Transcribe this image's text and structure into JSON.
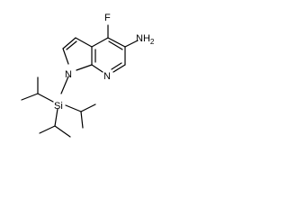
{
  "molecule": {
    "atoms": {
      "fluorine": "F",
      "amine": "NH",
      "amine_subscript": "2",
      "pyrrole_nitrogen": "N",
      "pyridine_nitrogen": "N",
      "silicon": "Si"
    },
    "colors": {
      "bond": "#000000",
      "background": "#ffffff"
    }
  }
}
